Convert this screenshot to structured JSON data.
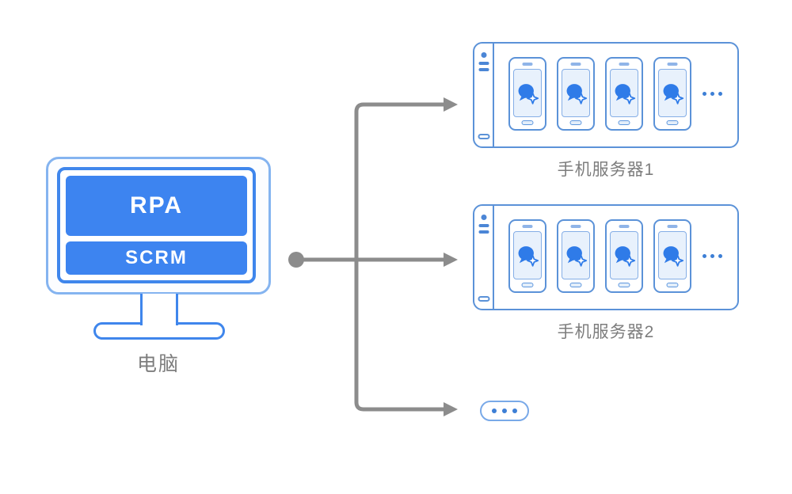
{
  "computer": {
    "caption": "电脑",
    "screen_rows": [
      {
        "label": "RPA"
      },
      {
        "label": "SCRM"
      }
    ]
  },
  "servers": [
    {
      "caption": "手机服务器1",
      "phone_count": 4,
      "phone_app_icon": "chat-bubble-sparkle-icon",
      "more_icon": "ellipsis"
    },
    {
      "caption": "手机服务器2",
      "phone_count": 4,
      "phone_app_icon": "chat-bubble-sparkle-icon",
      "more_icon": "ellipsis"
    }
  ],
  "more_servers_indicator": {
    "icon": "ellipsis-pill"
  },
  "connector": {
    "style": "dot-to-three-arrows"
  },
  "colors": {
    "primary_blue": "#3D84F0",
    "outline_blue": "#5B92D8",
    "outer_frame_blue": "#85B4F0",
    "screen_border_blue": "#3F86EC",
    "phone_screen_fill": "#E8F1FC",
    "icon_blue": "#2F7BE8",
    "connector_gray": "#8C8C8C",
    "caption_gray": "#7D7D7D"
  }
}
